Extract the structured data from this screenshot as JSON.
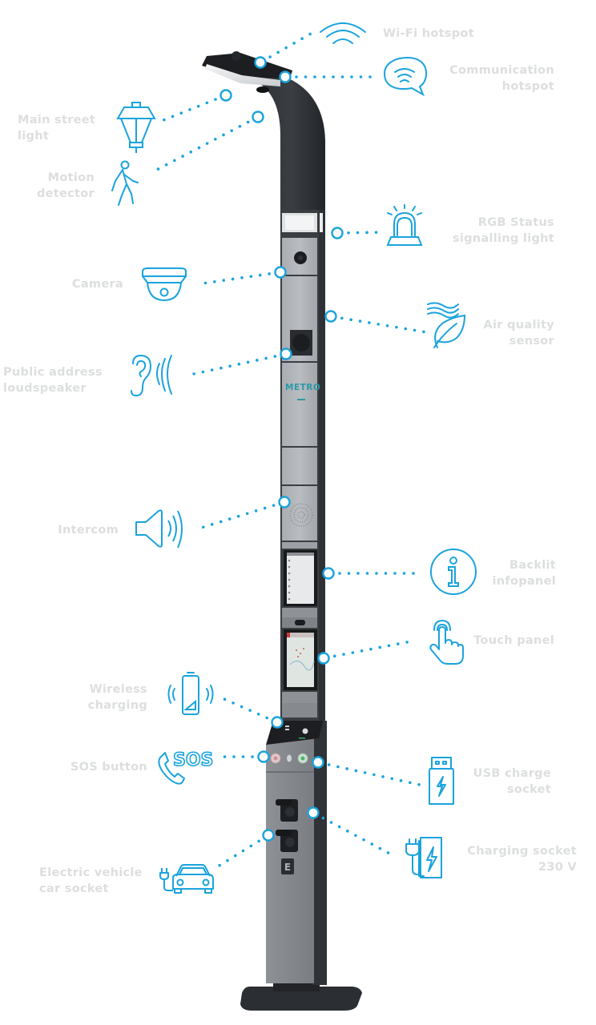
{
  "diagram": {
    "subject": "Smart city lighting pole",
    "accent_color": "#1aa3dd",
    "label_color": "#dcdedf",
    "pole_brand": "METRO",
    "features": [
      {
        "id": "wifi",
        "icon": "wifi-icon",
        "lines": [
          "Wi-Fi hotspot"
        ],
        "side": "right"
      },
      {
        "id": "comm",
        "icon": "chat-bubble-signal-icon",
        "lines": [
          "Communication",
          "hotspot"
        ],
        "side": "right"
      },
      {
        "id": "street-light",
        "icon": "street-lantern-icon",
        "lines": [
          "Main street",
          "light"
        ],
        "side": "left"
      },
      {
        "id": "motion",
        "icon": "walking-person-icon",
        "lines": [
          "Motion",
          "detector"
        ],
        "side": "left"
      },
      {
        "id": "rgb",
        "icon": "siren-beacon-icon",
        "lines": [
          "RGB Status",
          "signalling light"
        ],
        "side": "right"
      },
      {
        "id": "camera",
        "icon": "dome-camera-icon",
        "lines": [
          "Camera"
        ],
        "side": "left"
      },
      {
        "id": "air",
        "icon": "leaf-wind-icon",
        "lines": [
          "Air quality",
          "sensor"
        ],
        "side": "right"
      },
      {
        "id": "pa",
        "icon": "ear-sound-icon",
        "lines": [
          "Public address",
          "loudspeaker"
        ],
        "side": "left"
      },
      {
        "id": "intercom",
        "icon": "speaker-icon",
        "lines": [
          "Intercom"
        ],
        "side": "left"
      },
      {
        "id": "infopanel",
        "icon": "info-circle-icon",
        "lines": [
          "Backlit",
          "infopanel"
        ],
        "side": "right"
      },
      {
        "id": "touch",
        "icon": "touch-hand-icon",
        "lines": [
          "Touch panel"
        ],
        "side": "right"
      },
      {
        "id": "wireless",
        "icon": "battery-wireless-icon",
        "lines": [
          "Wireless",
          "charging"
        ],
        "side": "left"
      },
      {
        "id": "sos",
        "icon": "sos-phone-icon",
        "lines": [
          "SOS button"
        ],
        "side": "left"
      },
      {
        "id": "usb",
        "icon": "usb-bolt-icon",
        "lines": [
          "USB charge",
          "socket"
        ],
        "side": "right"
      },
      {
        "id": "socket230",
        "icon": "plug-bolt-icon",
        "lines": [
          "Charging socket",
          "230 V"
        ],
        "side": "right"
      },
      {
        "id": "ev",
        "icon": "electric-car-icon",
        "lines": [
          "Electric vehicle",
          "car socket"
        ],
        "side": "left"
      }
    ]
  }
}
